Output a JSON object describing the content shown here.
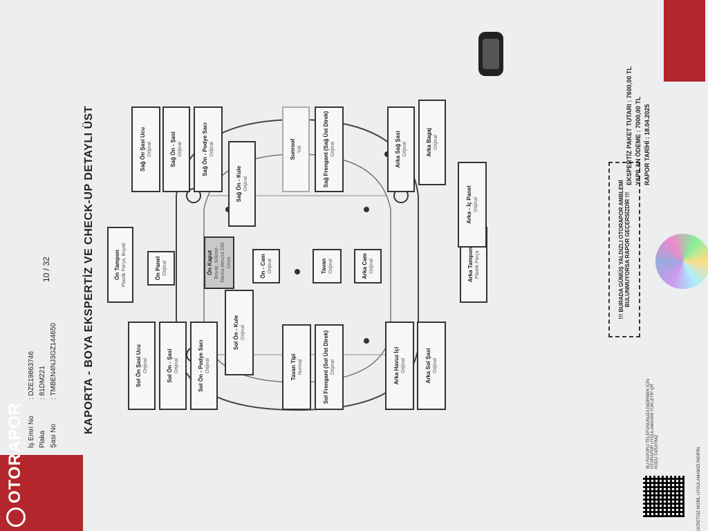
{
  "header": {
    "brand": "OTORAPOR",
    "title": "KAPORTA - BOYA EKSPERTİZ VE CHECK-UP DETAYLI ÜST",
    "page": "10 / 32",
    "work_order_label": "İş Emri No",
    "work_order_value": ": DZE19863746",
    "plate_label": "Plaka",
    "plate_value": ": 81DM221",
    "chassis_label": "Şasi No",
    "chassis_value": ": TMBEN4NJ3GZ144650"
  },
  "parts": {
    "sol_on_sasi_ucu": {
      "name": "Sol Ön Şasi Ucu",
      "status": "Orijinal"
    },
    "sol_on_sasi": {
      "name": "Sol Ön - Şasi",
      "status": "Orijinal"
    },
    "sol_on_podye": {
      "name": "Sol Ön - Podye Sacı",
      "status": "Orijinal"
    },
    "sol_on_kule": {
      "name": "Sol Ön - Kule",
      "status": "Orijinal"
    },
    "tavan_tipi": {
      "name": "Tavan Tipi",
      "status": "Normal"
    },
    "sol_frengant": {
      "name": "Sol Frengant (Sol Üst Direk)",
      "status": "Orijinal"
    },
    "arka_havuz": {
      "name": "Arka Havuz İçi",
      "status": "Orijinal"
    },
    "arka_sol_sasi": {
      "name": "Arka Sol Şasi",
      "status": "Orijinal"
    },
    "on_tampon": {
      "name": "Ön Tampon",
      "status": "Plastik Parça, Boyalı"
    },
    "on_panel": {
      "name": "Ön Panel",
      "status": "Orijinal"
    },
    "on_kaput": {
      "name": "Ön Kaput",
      "status": "Boyalı, Sökme-Takma Mevcut 250 Ümm"
    },
    "on_cam": {
      "name": "Ön - Cam",
      "status": "Orijinal"
    },
    "tavan": {
      "name": "Tavan",
      "status": "Orijinal"
    },
    "arka_cam": {
      "name": "Arka Cam",
      "status": "Orijinal"
    },
    "arka_tampon": {
      "name": "Arka Tampon",
      "status": "Plastik Parça"
    },
    "sag_on_sasi_ucu": {
      "name": "Sağ Ön Şasi Ucu",
      "status": "Orijinal"
    },
    "sag_on_sasi": {
      "name": "Sağ Ön - Şasi",
      "status": "Orijinal"
    },
    "sag_on_podye": {
      "name": "Sağ Ön - Podye Sacı",
      "status": "Orijinal"
    },
    "sag_on_kule": {
      "name": "Sağ Ön - Kule",
      "status": "Orijinal"
    },
    "sunroof": {
      "name": "Sunroof",
      "status": "Yok"
    },
    "sag_frengant": {
      "name": "Sağ Frengant (Sağ Üst Direk)",
      "status": "Orijinal"
    },
    "arka_sag_sasi": {
      "name": "Arka Sağ Şasi",
      "status": "Orijinal"
    },
    "arka_bagaj": {
      "name": "Arka Bagaj",
      "status": "Orijinal"
    },
    "arka_ic_panel": {
      "name": "Arka - İç Panel",
      "status": "Orijinal"
    }
  },
  "footer": {
    "hologram_notice": "!!! BURADA GÜMÜŞ YALDIZLI OTORAPOR AMBLEMİ BULUNMUYORSA RAPOR GEÇERSİZDİR !!!",
    "package_price": "EKSPERTİZ PAKET TUTARI : 7600,00 TL",
    "paid_price": "YAPILAN ÖDEME : 7000,00 TL",
    "report_date": "RAPOR TARİHİ : 18.04.2025",
    "qr_note": "BU RAPORU TELEFONUNUZA İNDİRMEK İÇİN OTORAPOR UYGULAMASINI YÜKLEYİP QR KODU TARAYINIZ",
    "app_note": "ÜCRETSİZ MOBİL UYGULAMAMIZI İNDİRİN"
  },
  "colors": {
    "brand_red": "#b3262b"
  }
}
